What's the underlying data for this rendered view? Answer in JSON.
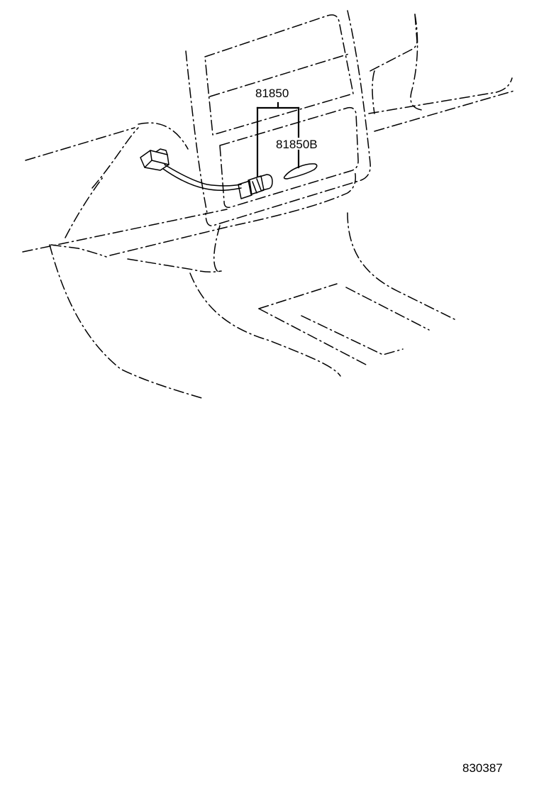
{
  "diagram": {
    "labels": {
      "part_main": "81850",
      "part_sub": "81850B"
    },
    "figure_number": "830387"
  }
}
